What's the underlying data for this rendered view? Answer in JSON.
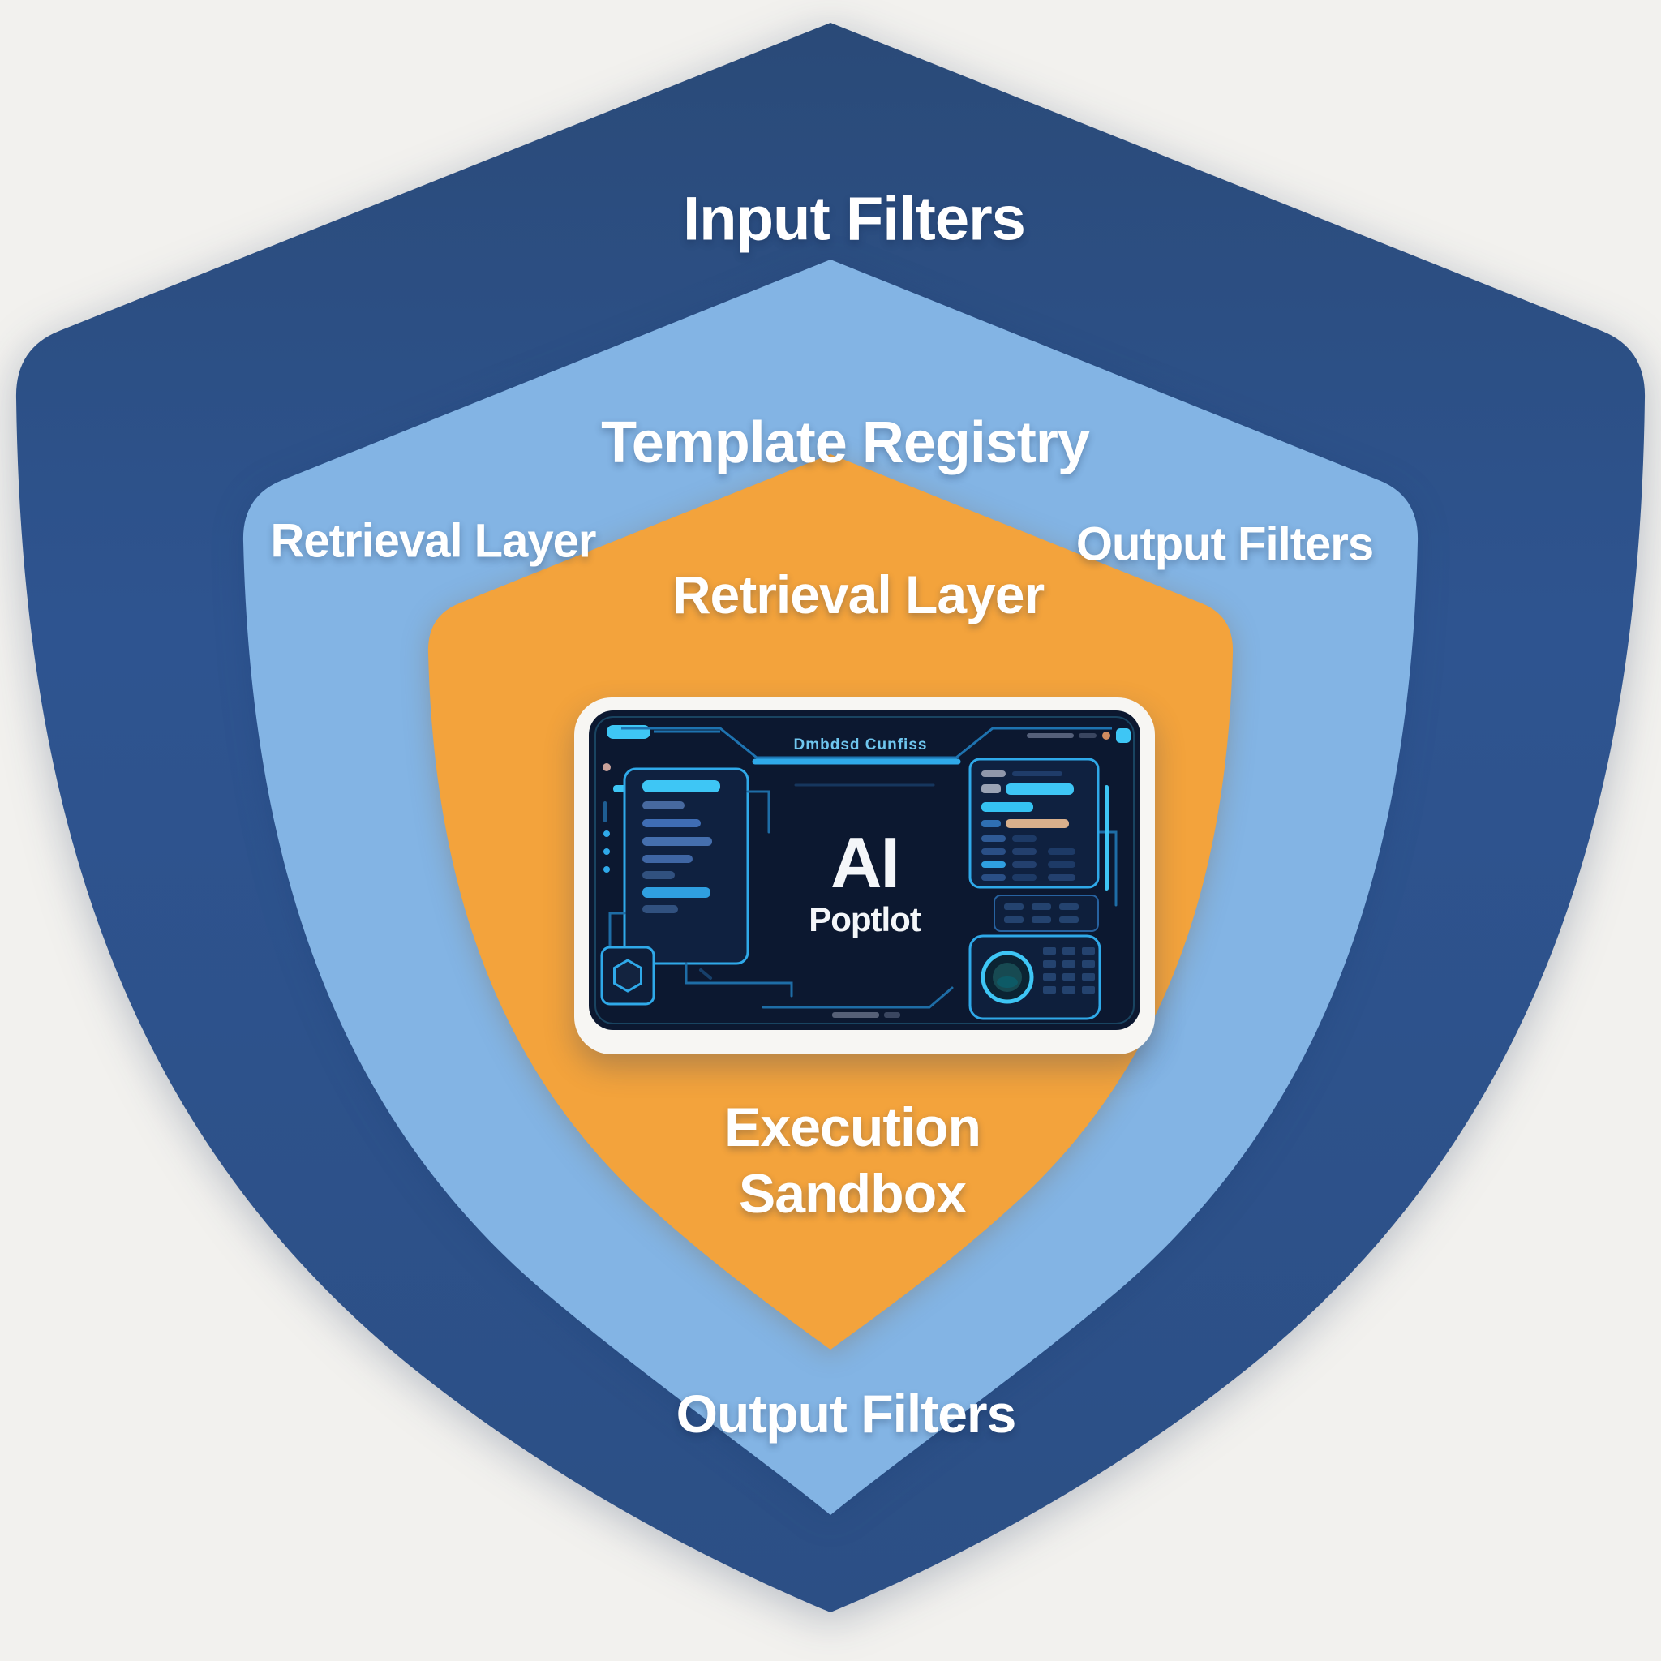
{
  "labels": {
    "input_filters": "Input Filters",
    "template_registry": "Template Registry",
    "retrieval_layer_outer": "Retrieval Layer",
    "output_filters_outer": "Output Filters",
    "retrieval_layer_inner": "Retrieval Layer",
    "execution_sandbox_line1": "Execution",
    "execution_sandbox_line2": "Sandbox",
    "output_filters_bottom": "Output Filters"
  },
  "device": {
    "header_title": "Dmbdsd Cunfiss",
    "center_title": "AI",
    "center_subtitle": "Poptlot"
  },
  "colors": {
    "background": "#f2f1ee",
    "outer_shield": "#2e5490",
    "outer_shield_top": "#2a4a78",
    "middle_shield": "#83b4e4",
    "inner_shield": "#f3a33c",
    "label_text": "#ffffff",
    "device_frame": "#f7f6f3",
    "screen_background": "#0c1830",
    "circuit_line": "#1e6da6",
    "panel_stroke": "#2fa9e9",
    "bright_cyan": "#3ec6f5",
    "accent_tan": "#d9b08c",
    "accent_orange_dot": "#d08b5f",
    "header_text": "#6fc6ef"
  }
}
